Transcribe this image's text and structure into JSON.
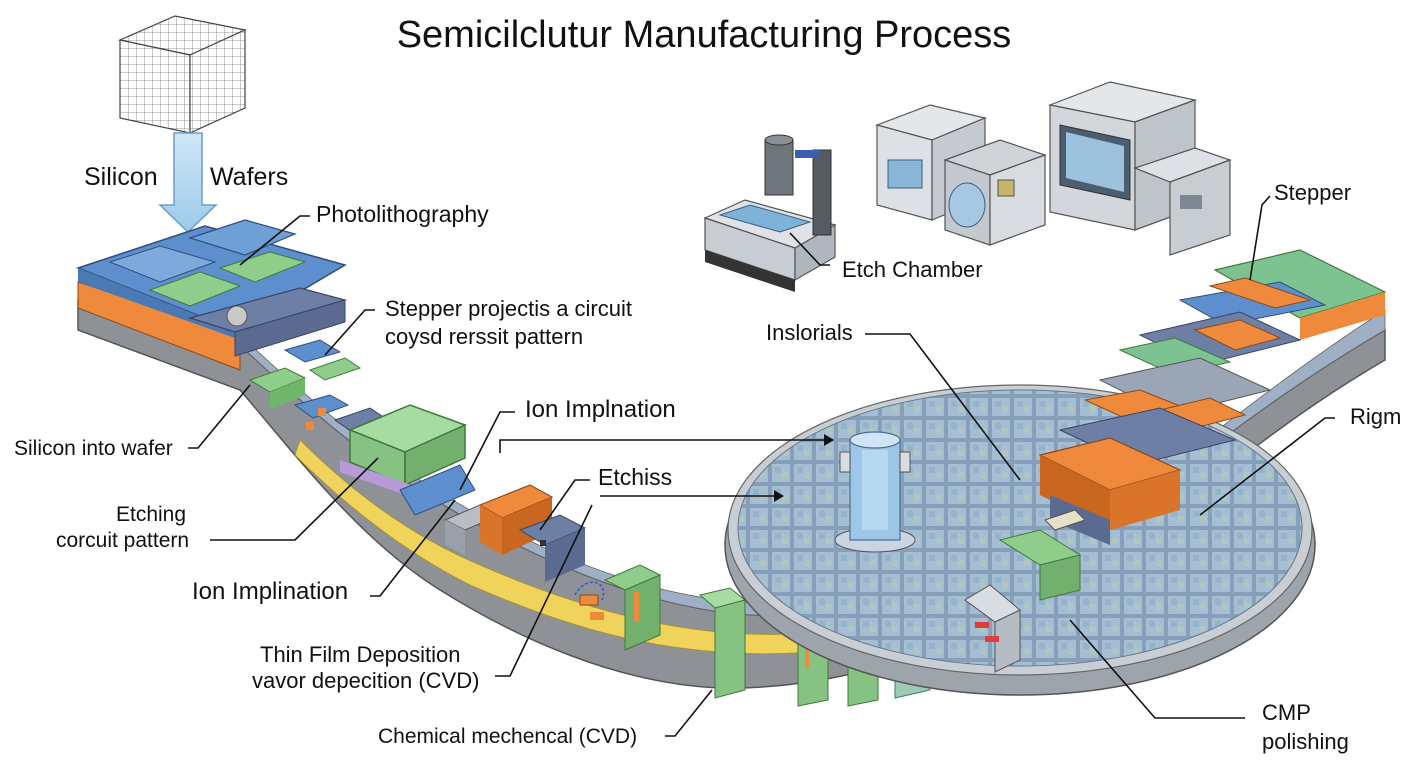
{
  "title": "Semicilclutur Manufacturing Process",
  "labels": {
    "silicon": "Silicon",
    "wafers": "Wafers",
    "photolithography": "Photolithography",
    "stepper_projects_1": "Stepper projectis a circuit",
    "stepper_projects_2": "coysd rerssit pattern",
    "silicon_into_wafer": "Silicon into wafer",
    "etching_1": "Etching",
    "etching_2": "corcuit pattern",
    "ion_implination_left": "Ion Implination",
    "ion_implnation_top": "Ion Implnation",
    "etchiss": "Etchiss",
    "thin_film_1": "Thin Film Deposition",
    "thin_film_2": "vavor depecition (CVD)",
    "chemical_mechencal": "Chemical mechencal (CVD)",
    "etch_chamber": "Etch Chamber",
    "inslorials": "Inslorials",
    "stepper": "Stepper",
    "rigm": "Rigm",
    "cmp_1": "CMP",
    "cmp_2": "polishing"
  },
  "colors": {
    "band_gray": "#8e9196",
    "band_yellow": "#efd35a",
    "block_blue": "#5d8fcf",
    "block_green": "#8fce8a",
    "block_orange": "#ef8a3c",
    "block_slate": "#6e7fa6",
    "wafer_tint": "#9fb3c9",
    "arrow_blue": "#a9d2ef"
  }
}
